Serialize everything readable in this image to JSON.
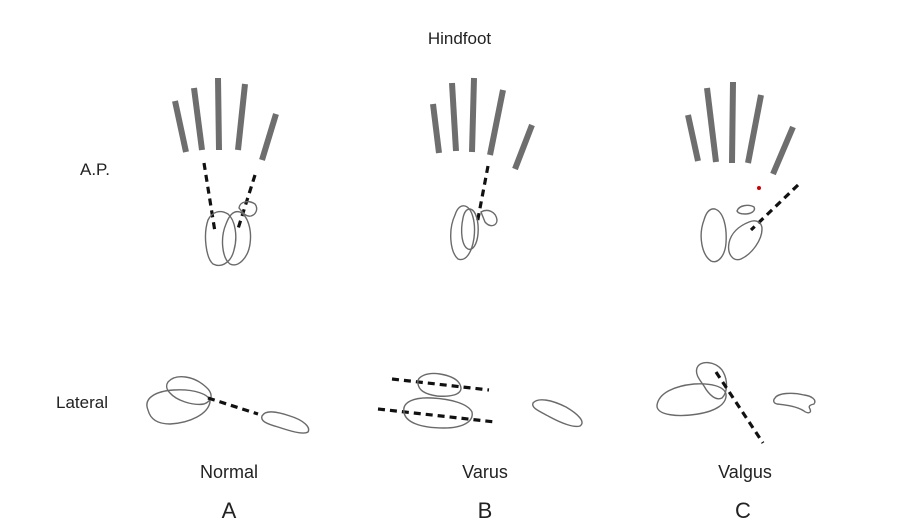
{
  "diagram": {
    "title": "Hindfoot",
    "row_labels": {
      "ap": "A.P.",
      "lateral": "Lateral"
    },
    "columns": [
      {
        "name": "Normal",
        "letter": "A"
      },
      {
        "name": "Varus",
        "letter": "B"
      },
      {
        "name": "Valgus",
        "letter": "C"
      }
    ],
    "colors": {
      "metatarsal": "#6e6e6e",
      "outline": "#6a6a6a",
      "axis_line": "#111111",
      "marker": "#cc0000"
    }
  }
}
